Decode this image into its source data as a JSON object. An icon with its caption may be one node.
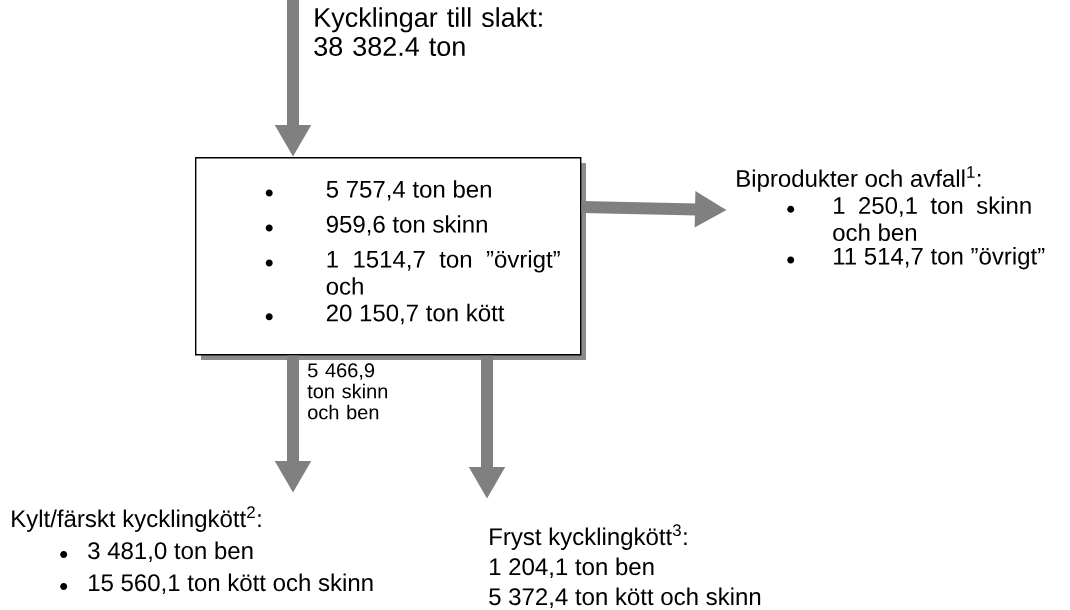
{
  "diagram": {
    "nodes": [
      {
        "text": [
          "5 757,4 ton ben",
          "959,6 ton skinn",
          "1 1514,7 ton ”övrigt” och",
          "20 150,7 ton kött"
        ]
      },
      {
        "text": [
          "Biprodukter och avfall$^{1}$:",
          "1 250,1 ton skinn och ben",
          "11 514,7 ton ”övrigt”"
        ]
      },
      {
        "text": [
          "Kylt/färskt kycklingkött$^{2}$:",
          "3 481,0 ton ben",
          "15 560,1 ton kött och skinn"
        ]
      },
      {
        "text": [
          "Fryst kycklingkött$^{3}$:",
          "1 204,1 ton ben",
          "5 372,4 ton kött och skinn"
        ]
      }
    ],
    "edges": [
      {
        "from": null,
        "to": 0,
        "arrow": "to",
        "label": "Kycklingar till slakt: 38 382.4 ton"
      },
      {
        "from": 0,
        "to": 1,
        "arrow": "to"
      },
      {
        "from": 0,
        "to": 2,
        "arrow": "to",
        "label": "5 466,9 ton skinn och ben"
      },
      {
        "from": 0,
        "to": 3,
        "arrow": "to"
      }
    ]
  }
}
